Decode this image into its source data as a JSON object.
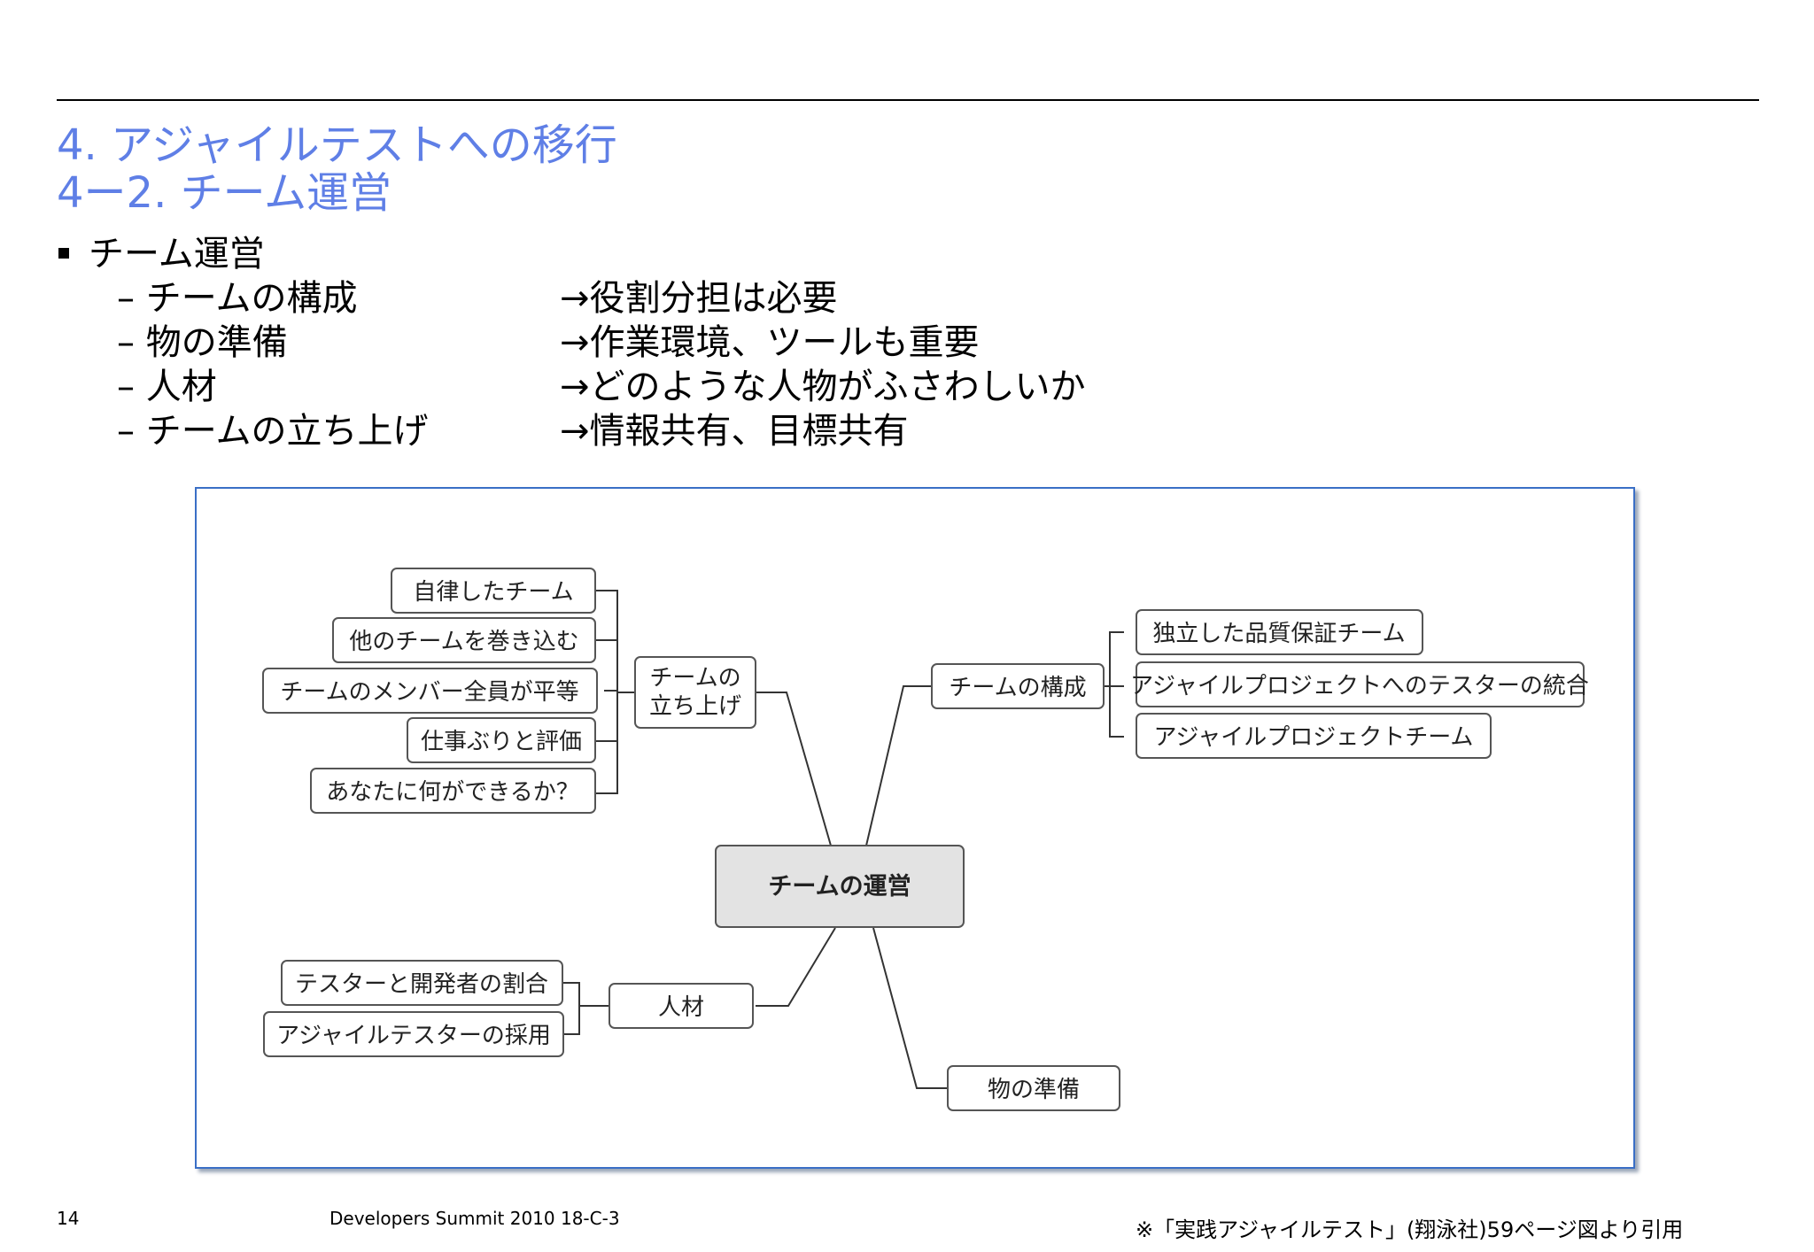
{
  "slide": {
    "title_line1": "4. アジャイルテストへの移行",
    "title_line2": "4ー2. チーム運営",
    "bullet": "チーム運営",
    "items": [
      {
        "left": "– チームの構成",
        "right": "→役割分担は必要"
      },
      {
        "left": "– 物の準備",
        "right": "→作業環境、ツールも重要"
      },
      {
        "left": "– 人材",
        "right": "→どのような人物がふさわしいか"
      },
      {
        "left": "– チームの立ち上げ",
        "right": "→情報共有、目標共有"
      }
    ]
  },
  "diagram": {
    "center": "チームの運営",
    "branches": {
      "startup": {
        "label_line1": "チームの",
        "label_line2": "立ち上げ",
        "children": [
          "自律したチーム",
          "他のチームを巻き込む",
          "チームのメンバー全員が平等",
          "仕事ぶりと評価",
          "あなたに何ができるか？"
        ]
      },
      "structure": {
        "label": "チームの構成",
        "children": [
          "独立した品質保証チーム",
          "アジャイルプロジェクトへのテスターの統合",
          "アジャイルプロジェクトチーム"
        ]
      },
      "people": {
        "label": "人材",
        "children": [
          "テスターと開発者の割合",
          "アジャイルテスターの採用"
        ]
      },
      "prep": {
        "label": "物の準備"
      }
    }
  },
  "footer": {
    "page_number": "14",
    "event": "Developers Summit 2010 18-C-3",
    "citation": "※「実践アジャイルテスト」(翔泳社)59ページ図より引用"
  },
  "colors": {
    "title": "#5f7fe6",
    "frame_border": "#3a6fc6",
    "center_fill": "#e3e3e3"
  }
}
